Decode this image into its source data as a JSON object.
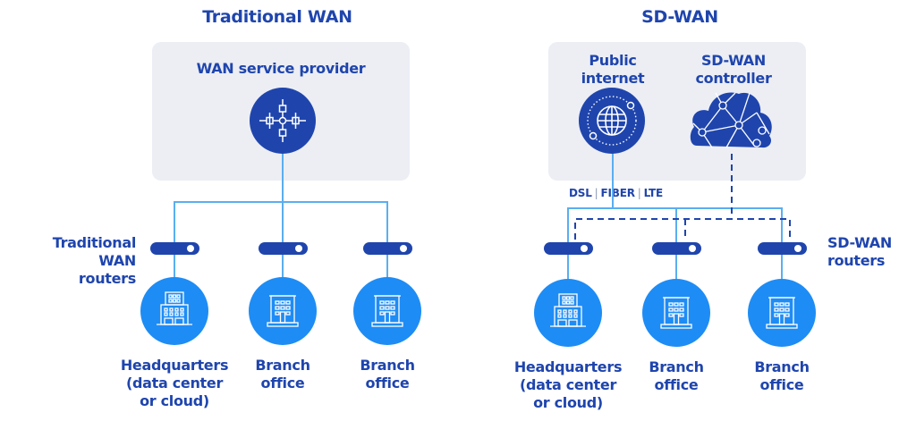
{
  "left": {
    "title": "Traditional WAN",
    "provider_label": "WAN service provider",
    "provider_icon": "network-hub-icon",
    "routers_label": [
      "Traditional WAN",
      "routers"
    ],
    "sites": [
      {
        "label": [
          "Headquarters",
          "(data center",
          "or cloud)"
        ],
        "icon": "headquarters-building-icon"
      },
      {
        "label": [
          "Branch",
          "office"
        ],
        "icon": "branch-building-icon"
      },
      {
        "label": [
          "Branch",
          "office"
        ],
        "icon": "branch-building-icon"
      }
    ]
  },
  "right": {
    "title": "SD-WAN",
    "internet_label": [
      "Public",
      "internet"
    ],
    "internet_icon": "globe-icon",
    "controller_label": [
      "SD-WAN",
      "controller"
    ],
    "controller_icon": "cloud-network-icon",
    "links": [
      "DSL",
      "FIBER",
      "LTE"
    ],
    "routers_label": [
      "SD-WAN",
      "routers"
    ],
    "sites": [
      {
        "label": [
          "Headquarters",
          "(data center",
          "or cloud)"
        ],
        "icon": "headquarters-building-icon"
      },
      {
        "label": [
          "Branch",
          "office"
        ],
        "icon": "branch-building-icon"
      },
      {
        "label": [
          "Branch",
          "office"
        ],
        "icon": "branch-building-icon"
      }
    ]
  },
  "colors": {
    "dark_blue": "#1f45ad",
    "bright_blue": "#1e8cf5",
    "line_blue": "#5aaef0",
    "panel": "#eceef4"
  }
}
